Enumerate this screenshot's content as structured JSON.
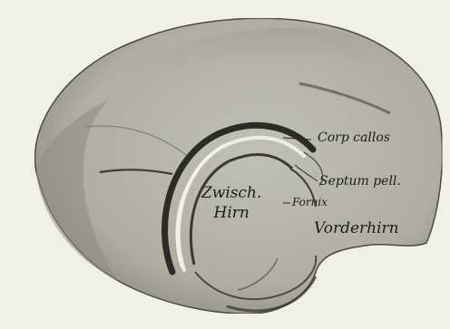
{
  "figure": {
    "labels": {
      "corp_callos": "Corp callos",
      "septum_pell": "Septum pell.",
      "fornix": "Fornix",
      "zwisch": "Zwisch.",
      "hirn": "Hirn",
      "vorderhirn": "Vorderhirn"
    }
  }
}
